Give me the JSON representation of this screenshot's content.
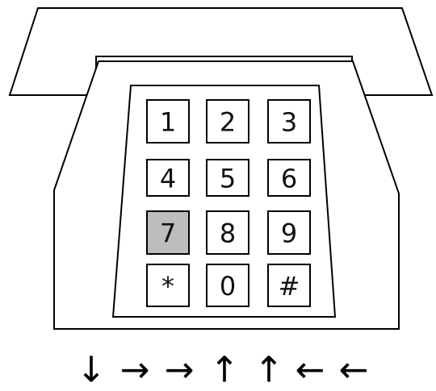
{
  "keypad": {
    "keys": [
      {
        "label": "1"
      },
      {
        "label": "2"
      },
      {
        "label": "3"
      },
      {
        "label": "4"
      },
      {
        "label": "5"
      },
      {
        "label": "6"
      },
      {
        "label": "7",
        "highlighted": true
      },
      {
        "label": "8"
      },
      {
        "label": "9"
      },
      {
        "label": "*"
      },
      {
        "label": "0"
      },
      {
        "label": "#"
      }
    ],
    "highlight_color": "#bdbdbd"
  },
  "sequence": {
    "arrows": [
      {
        "glyph": "↓",
        "icon": "arrow-down-icon"
      },
      {
        "glyph": "→",
        "icon": "arrow-right-icon"
      },
      {
        "glyph": "→",
        "icon": "arrow-right-icon"
      },
      {
        "glyph": "↑",
        "icon": "arrow-up-icon"
      },
      {
        "glyph": "↑",
        "icon": "arrow-up-icon"
      },
      {
        "glyph": "←",
        "icon": "arrow-left-icon"
      },
      {
        "glyph": "←",
        "icon": "arrow-left-icon"
      }
    ]
  }
}
